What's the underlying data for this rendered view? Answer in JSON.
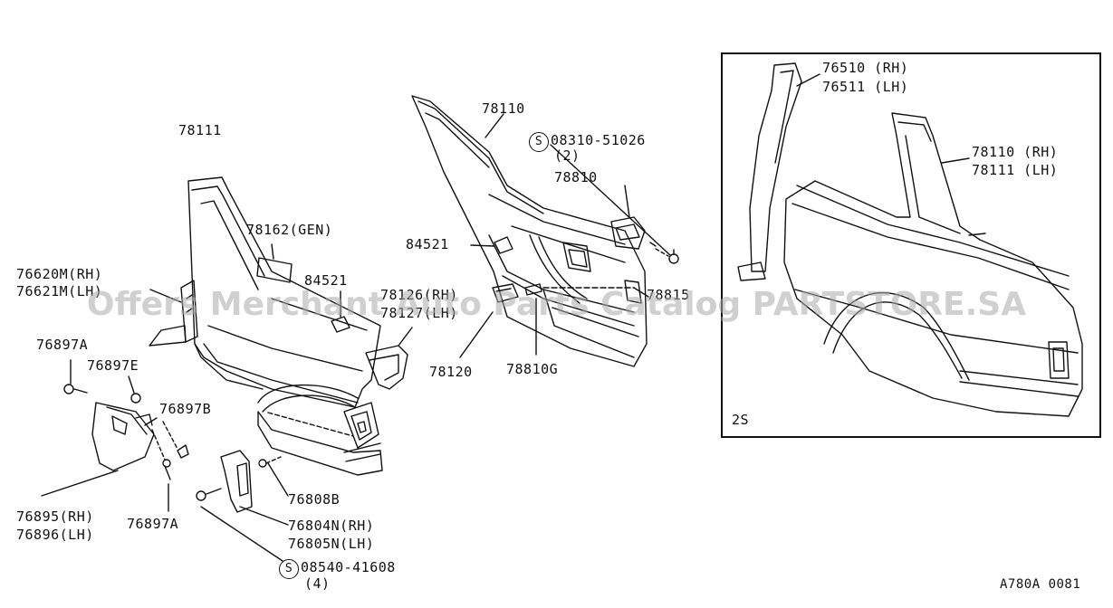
{
  "parts": {
    "p78111": "78111",
    "p78162": "78162(GEN)",
    "p84521a": "84521",
    "p76620": "76620M(RH)",
    "p76621": "76621M(LH)",
    "p76897a1": "76897A",
    "p76897e": "76897E",
    "p76897b": "76897B",
    "p76895": "76895(RH)",
    "p76896": "76896(LH)",
    "p76897a2": "76897A",
    "p76808b": "76808B",
    "p76804": "76804N(RH)",
    "p76805": "76805N(LH)",
    "p08540": "08540-41608",
    "p08540q": "(4)",
    "p78126": "78126(RH)",
    "p78127": "78127(LH)",
    "p78120": "78120",
    "p78810g": "78810G",
    "p78110": "78110",
    "p08310": "08310-51026",
    "p08310q": "(2)",
    "p78810": "78810",
    "p84521b": "84521",
    "p78815": "78815",
    "inset_76510": "76510 (RH)",
    "inset_76511": "76511 (LH)",
    "inset_78110": "78110 (RH)",
    "inset_78111": "78111 (LH)",
    "inset_tag": "2S"
  },
  "screw_symbol": "S",
  "diagram_code": "A780A 0081",
  "watermark": "Offers Merchant Auto Parts Catalog PARTSTORE.SA",
  "line_color": "#111111"
}
